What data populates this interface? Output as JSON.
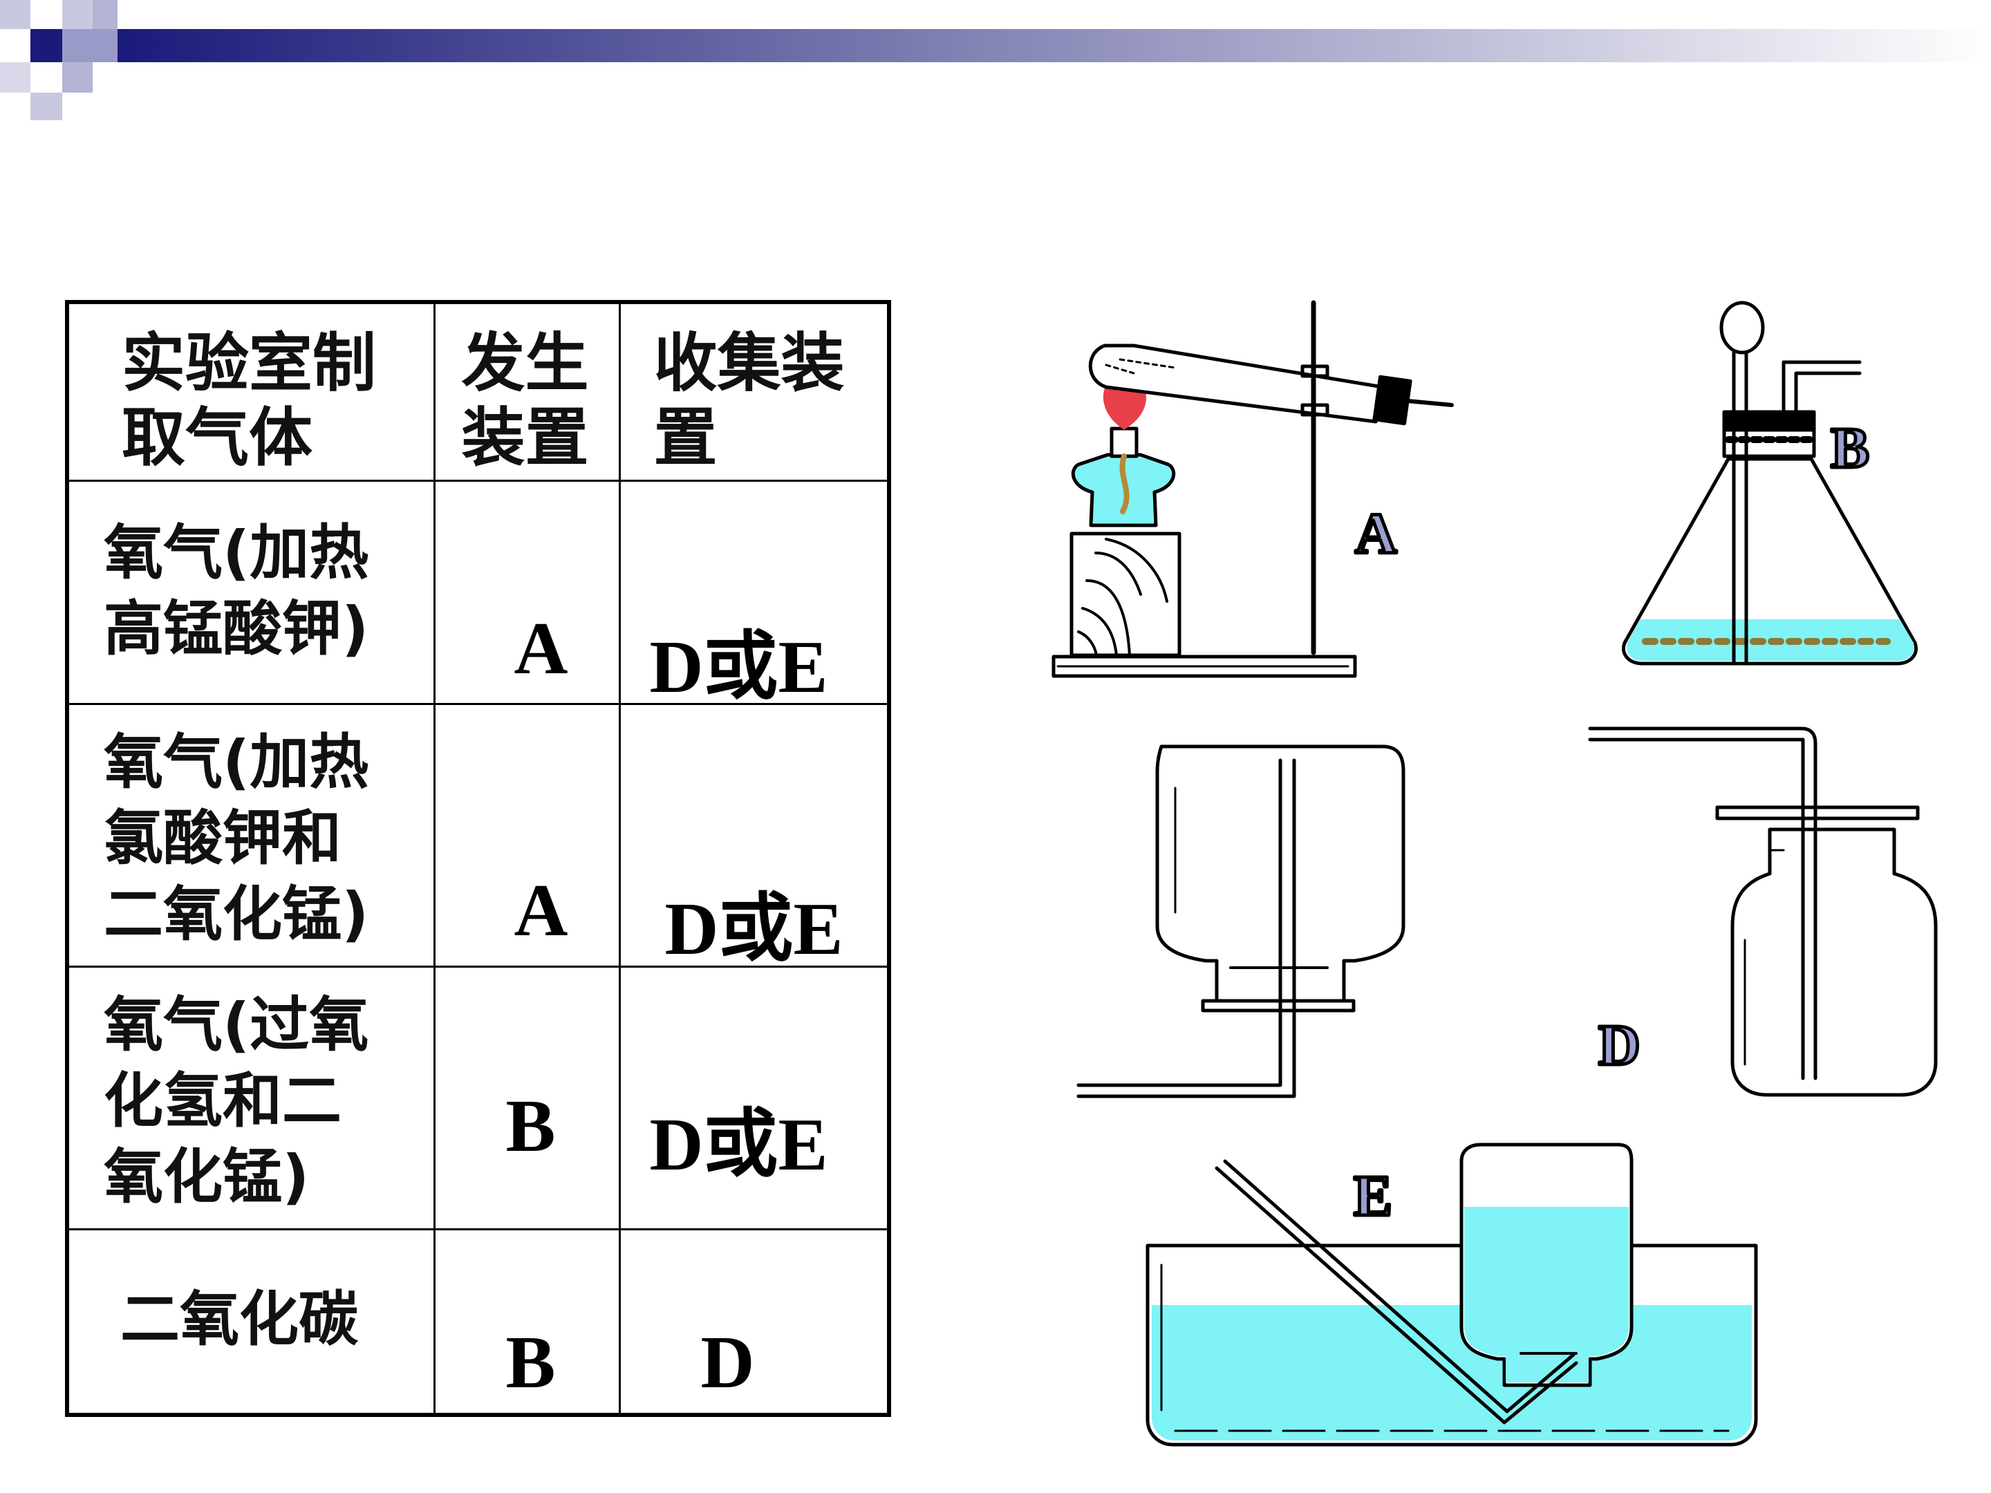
{
  "table": {
    "headers": [
      "实验室制\n取气体",
      "发生\n装置",
      "收集装\n置"
    ],
    "rows": [
      {
        "gas": "氧气(加热\n高锰酸钾)",
        "generator": "A",
        "collector": "D或E"
      },
      {
        "gas": "氧气(加热\n氯酸钾和\n二氧化锰)",
        "generator": "A",
        "collector": "D或E"
      },
      {
        "gas": "氧气(过氧\n化氢和二\n氧化锰)",
        "generator": "B",
        "collector": "D或E"
      },
      {
        "gas": "二氧化碳",
        "generator": "B",
        "collector": "D"
      }
    ]
  },
  "apparatus_labels": {
    "a": "A",
    "b": "B",
    "d": "D",
    "e": "E"
  },
  "colors": {
    "water": "#7ff3f5",
    "label": "#9b9ed0",
    "header_dark": "#1a1a7a",
    "flame": "#e8404a"
  }
}
